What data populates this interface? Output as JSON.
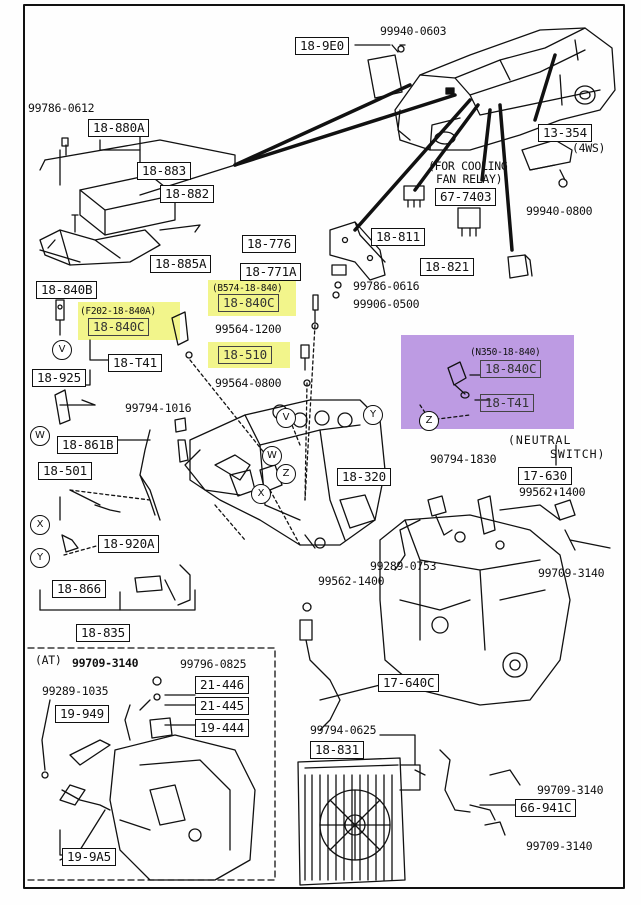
{
  "colors": {
    "highlight_yellow": "#f2f58b",
    "highlight_purple": "#bd9be3",
    "ink": "#111111"
  },
  "boxed_parts": {
    "p_189e0": "18-9E0",
    "p_18880a": "18-880A",
    "p_18883": "18-883",
    "p_18882": "18-882",
    "p_18885a": "18-885A",
    "p_13354": "13-354",
    "p_677403": "67-7403",
    "p_18776": "18-776",
    "p_18811": "18-811",
    "p_18821": "18-821",
    "p_18771a": "18-771A",
    "p_18840b": "18-840B",
    "p_18840c_top": "18-840C",
    "p_18840c_left": "18-840C",
    "p_18t41_left": "18-T41",
    "p_18510": "18-510",
    "p_18925": "18-925",
    "p_18840c_right": "18-840C",
    "p_18t41_right": "18-T41",
    "p_18861b": "18-861B",
    "p_18501": "18-501",
    "p_18320": "18-320",
    "p_17630": "17-630",
    "p_18920a": "18-920A",
    "p_18866": "18-866",
    "p_18835": "18-835",
    "p_21446": "21-446",
    "p_19949": "19-949",
    "p_21445": "21-445",
    "p_19444": "19-444",
    "p_17640c": "17-640C",
    "p_18831": "18-831",
    "p_66941c": "66-941C",
    "p_199a5": "19-9A5"
  },
  "part_numbers": {
    "n_99940_0603": "99940-0603",
    "n_99786_0612": "99786-0612",
    "n_99940_0800": "99940-0800",
    "n_99786_0616": "99786-0616",
    "n_99906_0500": "99906-0500",
    "n_99564_1200": "99564-1200",
    "n_99564_0800": "99564-0800",
    "n_99794_1016": "99794-1016",
    "n_90794_1830": "90794-1830",
    "n_99562_1400_a": "99562-1400",
    "n_99289_0753": "99289-0753",
    "n_99709_3140_a": "99709-3140",
    "n_99562_1400_b": "99562-1400",
    "n_99709_3140_b": "99709-3140",
    "n_99796_0825": "99796-0825",
    "n_99289_1035": "99289-1035",
    "n_99794_0625": "99794-0625",
    "n_99709_3140_c": "99709-3140",
    "n_99709_3140_d": "99709-3140"
  },
  "annotations": {
    "four_ws": "(4WS)",
    "for_cooling_1": "(FOR COOLING",
    "for_cooling_2": "FAN RELAY)",
    "ref_b574": "(B574-18-840)",
    "ref_f202": "(F202-18-840A)",
    "ref_n350": "(N350-18-840)",
    "neutral_1": "(NEUTRAL",
    "neutral_2": "SWITCH)",
    "at": "(AT)"
  },
  "callouts": {
    "v1": "V",
    "w1": "W",
    "x1": "X",
    "y1": "Y",
    "z1": "Z",
    "v2": "V",
    "w2": "W",
    "x2": "X",
    "y2": "Y",
    "z2": "Z"
  }
}
